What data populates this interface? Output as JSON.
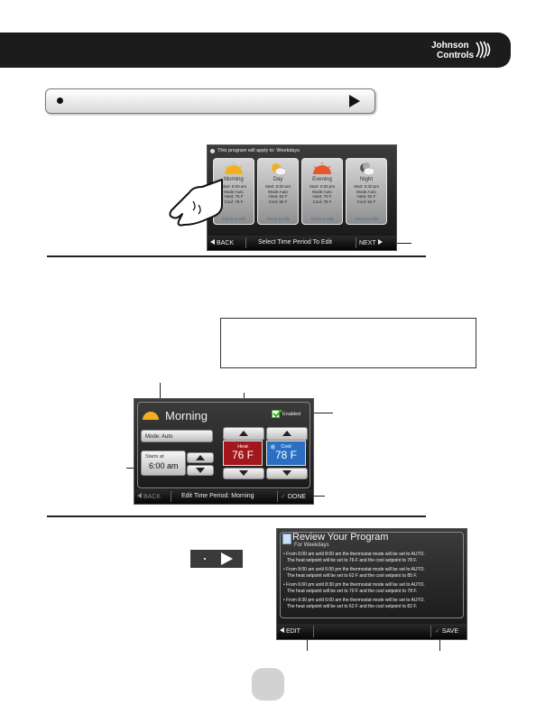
{
  "header": {
    "logo_line1": "Johnson",
    "logo_line2": "Controls"
  },
  "schedule_screen": {
    "apply_text": "This program will apply to: Weekdays",
    "periods": [
      {
        "name": "Morning",
        "start": "Start: 6:00 am",
        "mode": "Mode:Auto",
        "heat": "Heat: 76 F",
        "cool": "Cool: 78 F",
        "touch": "Touch to edit"
      },
      {
        "name": "Day",
        "start": "Start: 8:00 am",
        "mode": "Mode:Auto",
        "heat": "Heat: 62 F",
        "cool": "Cool: 85 F",
        "touch": "Touch to edit"
      },
      {
        "name": "Evening",
        "start": "Start: 6:00 pm",
        "mode": "Mode:Auto",
        "heat": "Heat: 70 F",
        "cool": "Cool: 78 F",
        "touch": "Touch to edit"
      },
      {
        "name": "Night",
        "start": "Start: 8:30 pm",
        "mode": "Mode:Auto",
        "heat": "Heat: 62 F",
        "cool": "Cool: 82 F",
        "touch": "Touch to edit"
      }
    ],
    "back_label": "BACK",
    "bar_title": "Select Time Period To Edit",
    "next_label": "NEXT"
  },
  "edit_screen": {
    "title": "Morning",
    "mode_field": "Mode: Auto",
    "starts_label": "Starts at",
    "start_time": "6:00 am",
    "enabled_label": "Enabled",
    "heat_label": "Heat",
    "heat_value": "76 F",
    "cool_label": "Cool",
    "cool_value": "78 F",
    "back_label": "BACK",
    "bar_title": "Edit Time Period: Morning",
    "done_label": "DONE"
  },
  "review_screen": {
    "title": "Review Your Program",
    "subtitle": "For Weekdays",
    "lines": [
      {
        "l1": "From 6:00 am until 8:00 am the thermostat mode will be set to AUTO.",
        "l2": "The heat setpoint will be set to 76 F and the cool setpoint to 78 F."
      },
      {
        "l1": "From 8:00 am until 6:00 pm the thermostat mode will be set to AUTO.",
        "l2": "The heat setpoint will be set to 62 F and the cool setpoint to 85 F."
      },
      {
        "l1": "From 6:00 pm until 8:30 pm the thermostat mode will be set to AUTO.",
        "l2": "The heat setpoint will be set to 70 F and the cool setpoint to 78 F."
      },
      {
        "l1": "From 8:30 pm until 6:00 am the thermostat mode will be set to AUTO.",
        "l2": "The heat setpoint will be set to 62 F and the cool setpoint to 82 F."
      }
    ],
    "edit_label": "EDIT",
    "save_label": "SAVE"
  },
  "colors": {
    "heat": "#a3161c",
    "cool": "#2a6fc1",
    "check": "#3faa2e",
    "band": "#1c1c1c"
  }
}
